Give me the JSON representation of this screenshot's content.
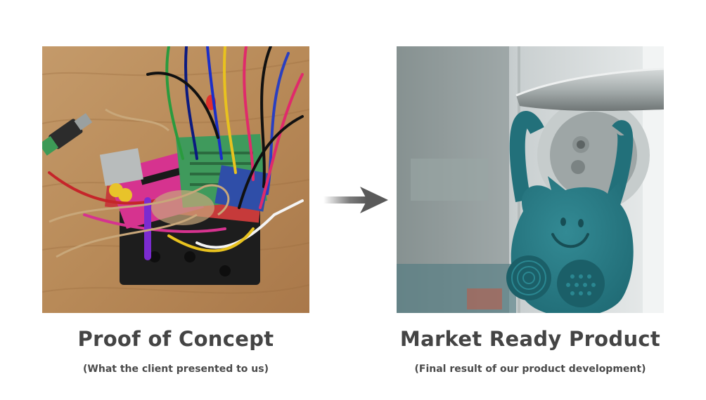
{
  "left": {
    "title": "Proof of Concept",
    "subtitle": "(What the client presented to us)"
  },
  "right": {
    "title": "Market Ready Product",
    "subtitle": "(Final result of our product development)"
  },
  "arrow_color": "#5a5a5a",
  "title_color": "#444444",
  "product_color": "#2a7b86"
}
